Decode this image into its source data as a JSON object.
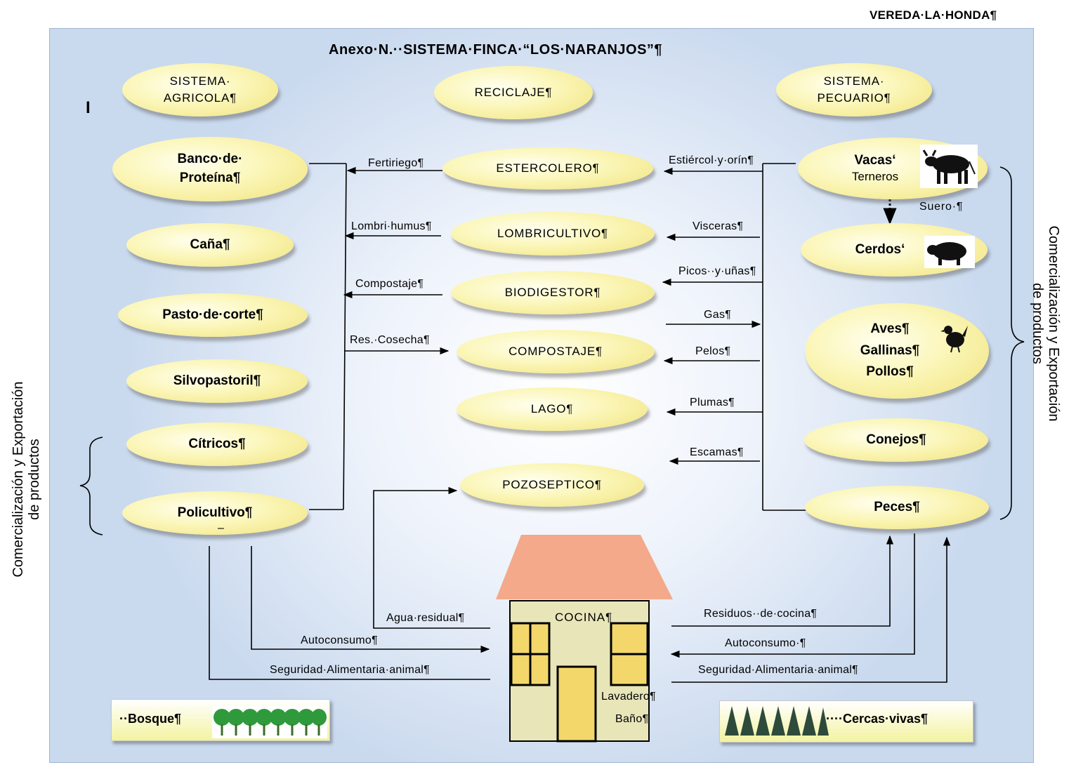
{
  "header": {
    "vereda": "VEREDA·LA·HONDA¶",
    "title": "Anexo·N.··SISTEMA·FINCA·“LOS·NARANJOS”¶"
  },
  "systems": {
    "agricola": {
      "line1": "SISTEMA·",
      "line2": "AGRICOLA¶"
    },
    "reciclaje": "RECICLAJE¶",
    "pecuario": {
      "line1": "SISTEMA·",
      "line2": "PECUARIO¶"
    }
  },
  "agricultural": {
    "banco": {
      "line1": "Banco·de·",
      "line2": "Proteína¶"
    },
    "cana": "Caña¶",
    "pasto": "Pasto·de·corte¶",
    "silvo": "Silvopastoril¶",
    "citricos": "Cítricos¶",
    "policultivo": "Policultivo¶"
  },
  "recycling": {
    "estercolero": "ESTERCOLERO¶",
    "lombricultivo": "LOMBRICULTIVO¶",
    "biodigestor": "BIODIGESTOR¶",
    "compostaje": "COMPOSTAJE¶",
    "lago": "LAGO¶",
    "pozo": "POZOSEPTICO¶"
  },
  "livestock": {
    "vacas": "Vacas‘",
    "terneros": "Terneros",
    "cerdos": "Cerdos‘",
    "aves": "Aves¶",
    "gallinas": "Gallinas¶",
    "pollos": "Pollos¶",
    "conejos": "Conejos¶",
    "peces": "Peces¶"
  },
  "flows": {
    "fertiriego": "Fertiriego¶",
    "lombrihumus": "Lombri·humus¶",
    "compostaje": "Compostaje¶",
    "res_cosecha": "Res.·Cosecha¶",
    "estiercol": "Estiércol·y·orín¶",
    "visceras": "Visceras¶",
    "picos": "Picos··y·uñas¶",
    "gas": "Gas¶",
    "pelos": "Pelos¶",
    "plumas": "Plumas¶",
    "escamas": "Escamas¶",
    "suero": "Suero·¶",
    "agua_residual": "Agua·residual¶",
    "autoconsumo_left": "Autoconsumo¶",
    "seguridad_left": "Seguridad·Alimentaria·animal¶",
    "residuos_cocina": "Residuos··de·cocina¶",
    "autoconsumo_right": "Autoconsumo·¶",
    "seguridad_right": "Seguridad·Alimentaria·animal¶"
  },
  "house": {
    "cocina": "COCINA¶",
    "lavadero": "Lavadero¶",
    "bano": "Baño¶"
  },
  "commercial": {
    "line1": "Comercialización y Exportación",
    "line2": "de productos",
    "line2_right": "de  productos"
  },
  "legends": {
    "bosque": "··Bosque¶",
    "cercas": "····Cercas·vivas¶"
  },
  "misc": {
    "cursor_mark": "I",
    "stray_dash": "‒"
  },
  "icons": [
    "cow-icon",
    "pig-icon",
    "hen-icon",
    "tree-row-icon",
    "conifer-row-icon"
  ]
}
